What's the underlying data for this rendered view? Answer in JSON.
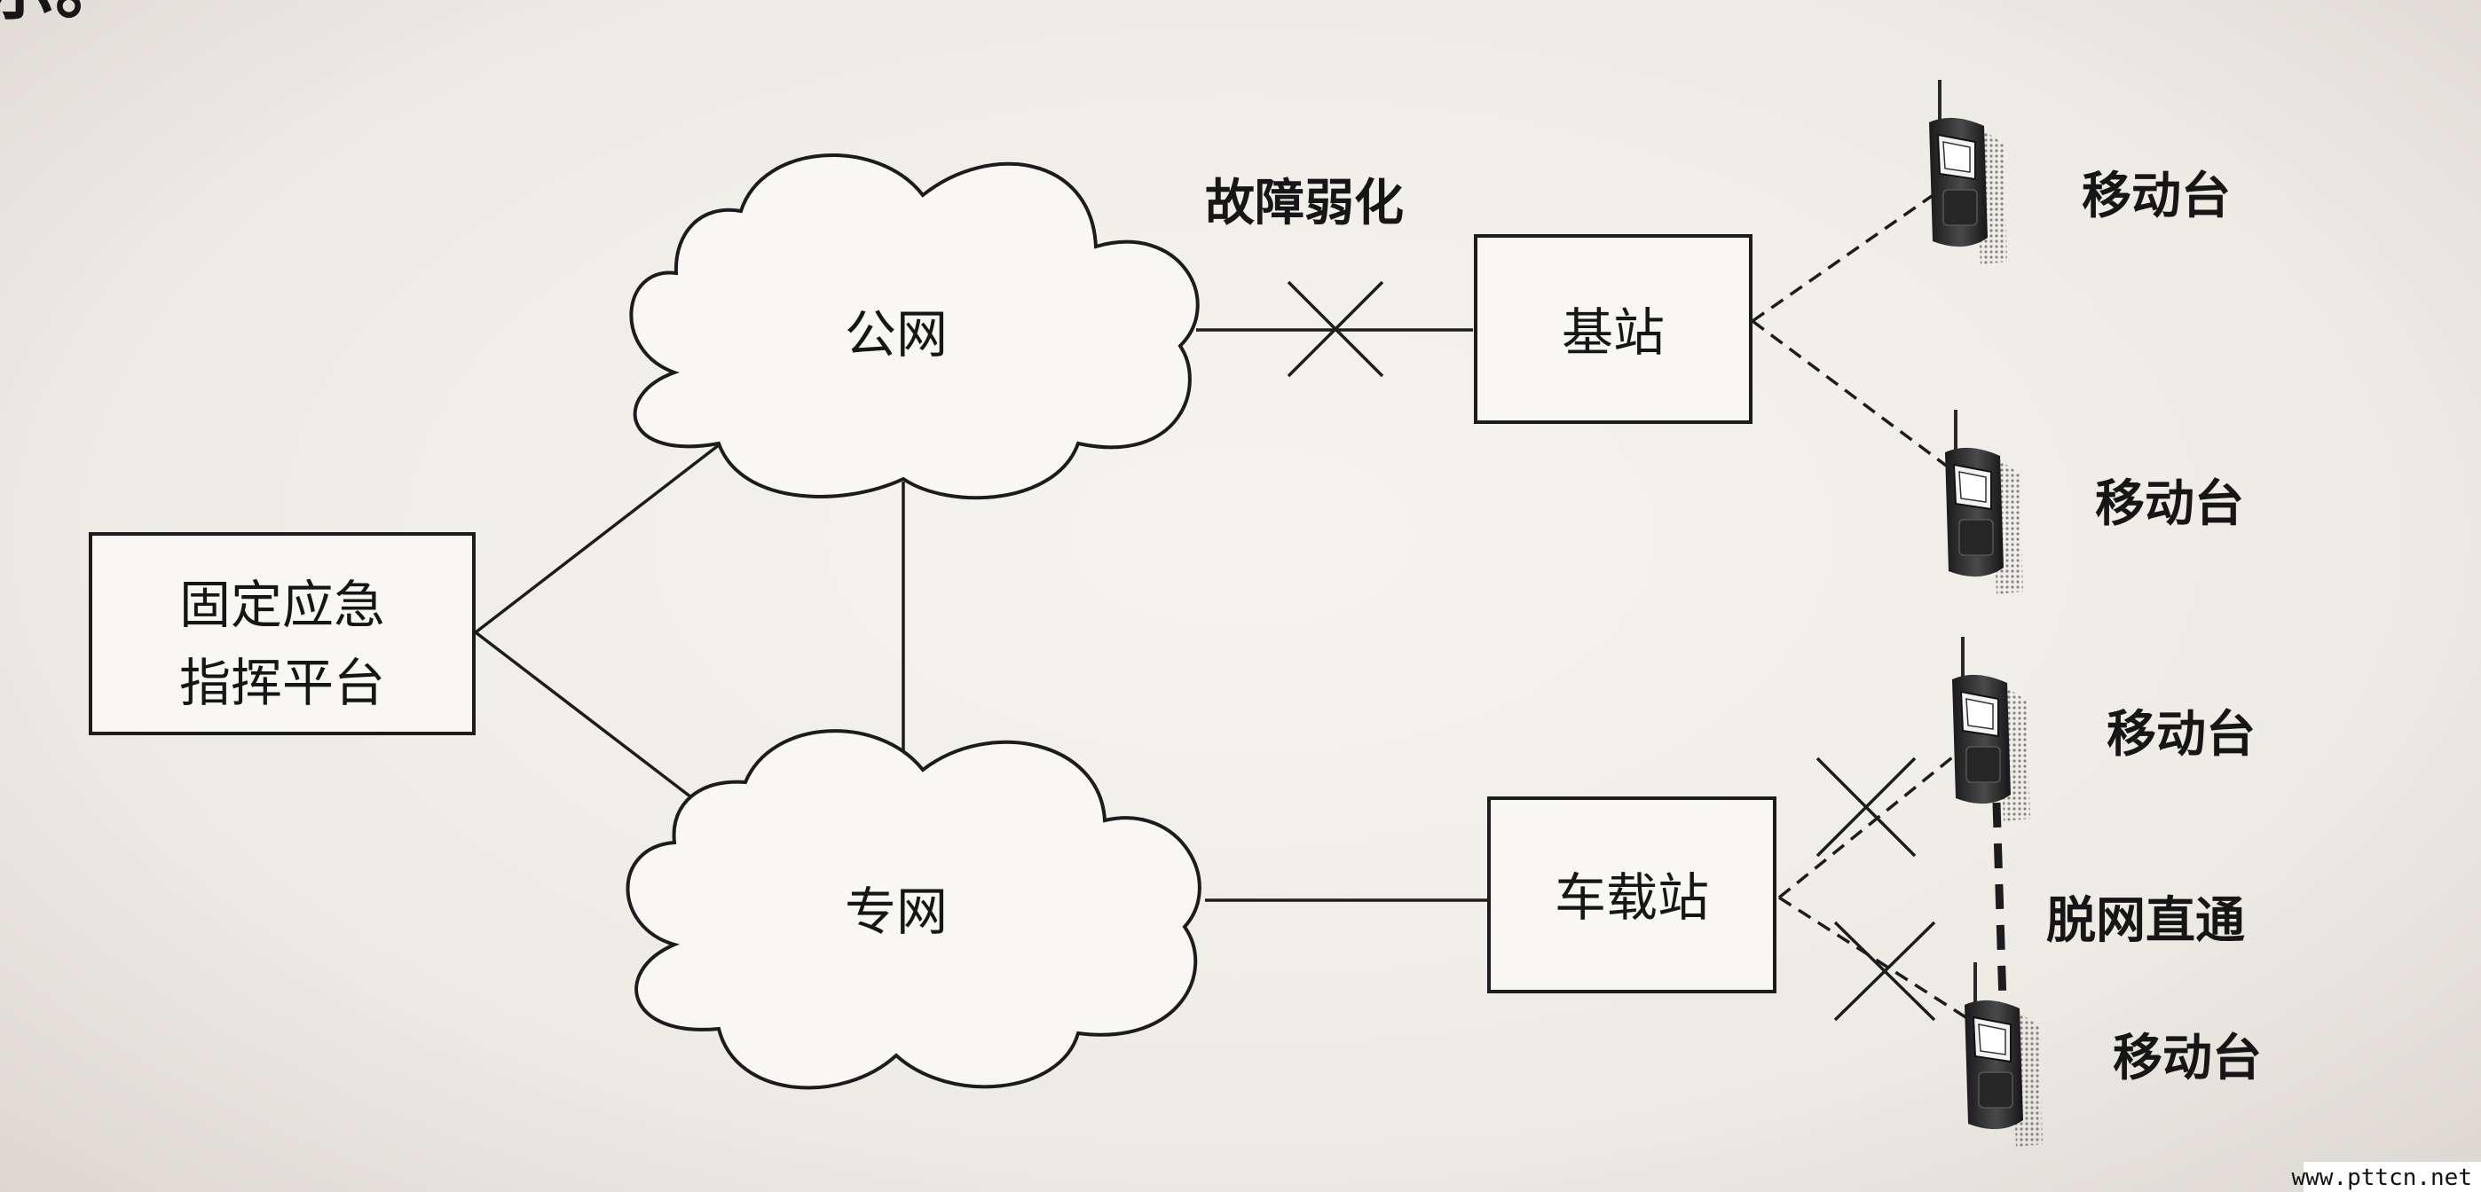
{
  "header": {
    "fragment": "示。"
  },
  "clouds": {
    "public": "公网",
    "private": "专网"
  },
  "platform": {
    "line1": "固定应急",
    "line2": "指挥平台"
  },
  "base_station": "基站",
  "vehicle_station": "车载站",
  "fault_label": "故障弱化",
  "direct_label": "脱网直通",
  "mobile_label": "移动台",
  "watermark": "www.pttcn.net"
}
